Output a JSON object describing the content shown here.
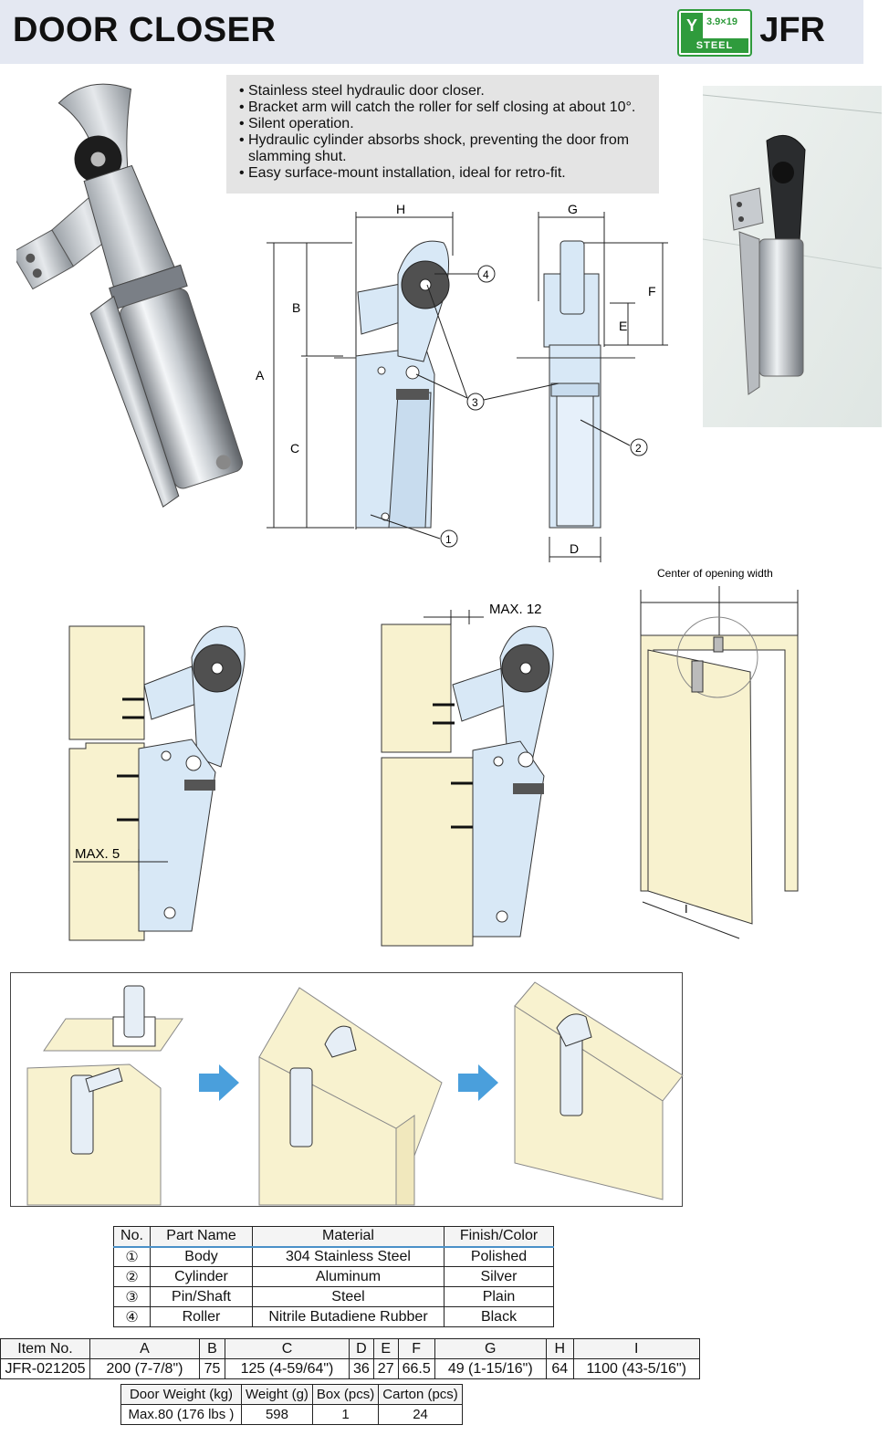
{
  "header": {
    "title": "DOOR CLOSER",
    "model": "JFR",
    "badge": {
      "size": "3.9×19",
      "material": "STEEL"
    }
  },
  "features": [
    "Stainless steel hydraulic door closer.",
    "Bracket arm will catch the roller for self closing at about 10°.",
    "Silent operation.",
    "Hydraulic cylinder absorbs shock, preventing the door from slamming shut.",
    "Easy surface-mount installation, ideal for retro-fit."
  ],
  "dimension_labels": {
    "A": "A",
    "B": "B",
    "C": "C",
    "D": "D",
    "E": "E",
    "F": "F",
    "G": "G",
    "H": "H",
    "I": "I"
  },
  "callouts": [
    "1",
    "2",
    "3",
    "4"
  ],
  "install_labels": {
    "max5": "MAX. 5",
    "max12": "MAX. 12",
    "center_opening": "Center of opening width"
  },
  "parts_table": {
    "headers": [
      "No.",
      "Part Name",
      "Material",
      "Finish/Color"
    ],
    "rows": [
      [
        "①",
        "Body",
        "304 Stainless Steel",
        "Polished"
      ],
      [
        "②",
        "Cylinder",
        "Aluminum",
        "Silver"
      ],
      [
        "③",
        "Pin/Shaft",
        "Steel",
        "Plain"
      ],
      [
        "④",
        "Roller",
        "Nitrile Butadiene Rubber",
        "Black"
      ]
    ]
  },
  "spec_table": {
    "headers": [
      "Item No.",
      "A",
      "B",
      "C",
      "D",
      "E",
      "F",
      "G",
      "H",
      "I"
    ],
    "row": [
      "JFR-021205",
      "200 (7-7/8\")",
      "75",
      "125 (4-59/64\")",
      "36",
      "27",
      "66.5",
      "49 (1-15/16\")",
      "64",
      "1100 (43-5/16\")"
    ]
  },
  "weight_table": {
    "headers": [
      "Door Weight (kg)",
      "Weight (g)",
      "Box (pcs)",
      "Carton (pcs)"
    ],
    "row": [
      "Max.80 (176 lbs )",
      "598",
      "1",
      "24"
    ]
  },
  "colors": {
    "door": "#f8f2cf",
    "header_bg": "#e4e8f2",
    "badge_green": "#2f9b3c",
    "arrow_blue": "#4a9fdc",
    "part_blue": "#d8e8f6"
  }
}
